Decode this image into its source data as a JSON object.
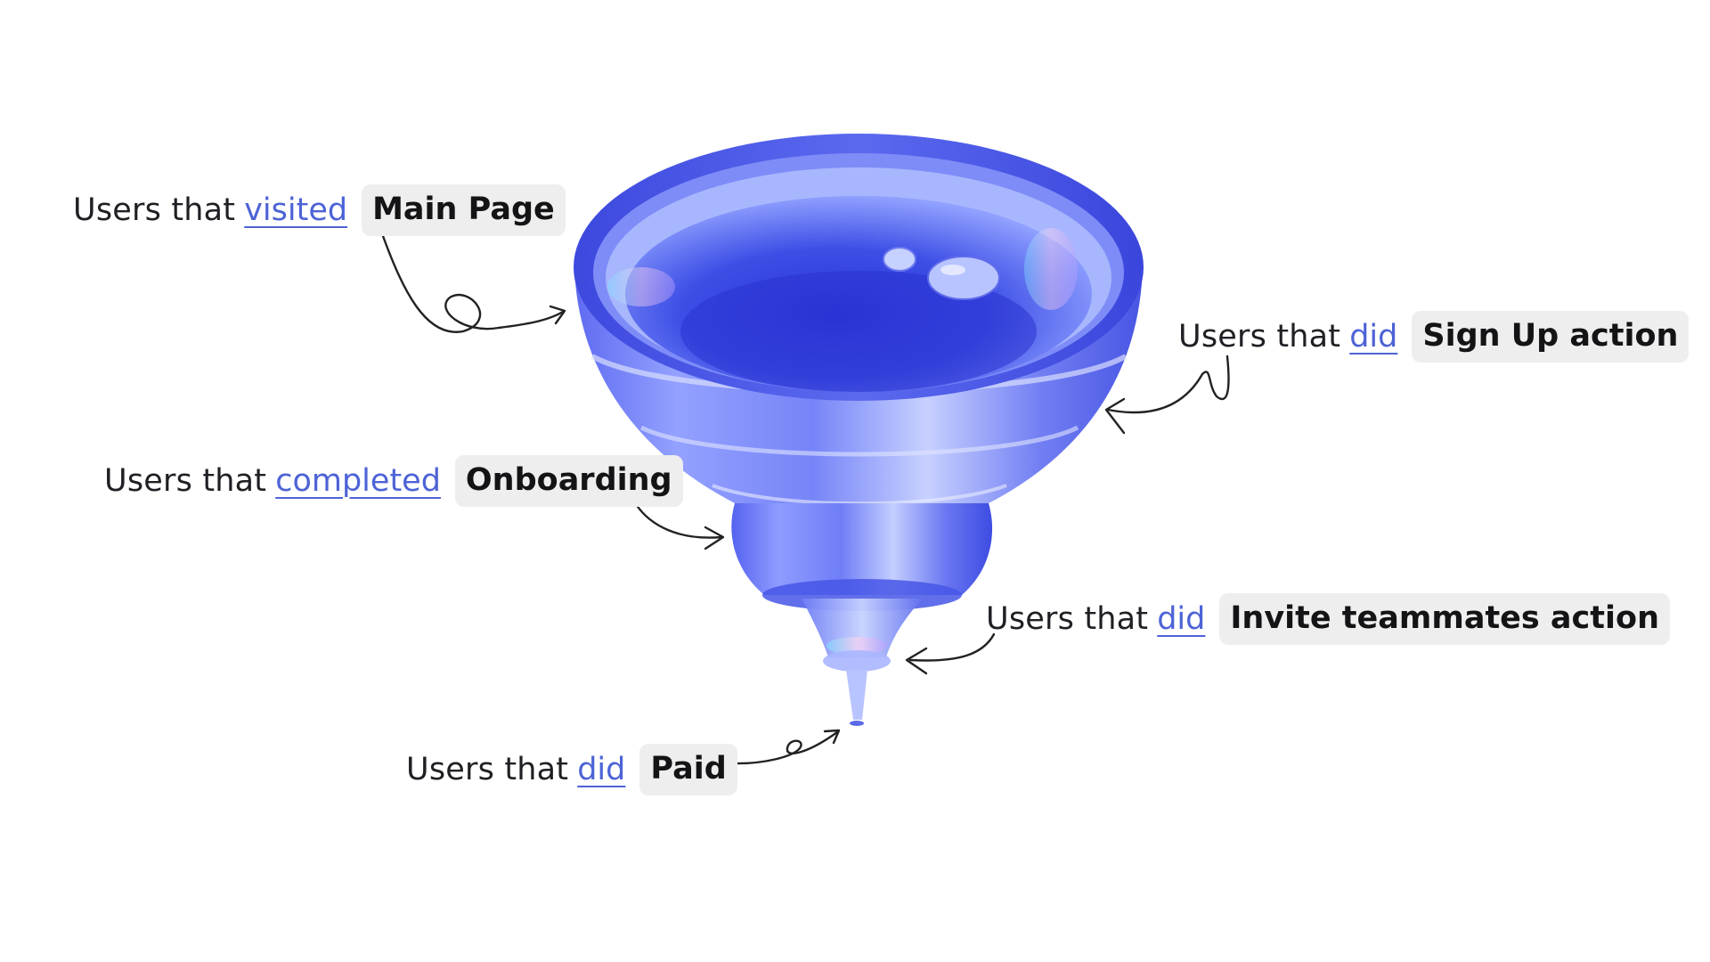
{
  "annotations": [
    {
      "prefix": "Users that",
      "verb": "visited",
      "target": "Main Page"
    },
    {
      "prefix": "Users that",
      "verb": "did",
      "target": "Sign Up action"
    },
    {
      "prefix": "Users that",
      "verb": "completed",
      "target": "Onboarding"
    },
    {
      "prefix": "Users that",
      "verb": "did",
      "target": "Invite teammates action"
    },
    {
      "prefix": "Users that",
      "verb": "did",
      "target": "Paid"
    }
  ],
  "colors": {
    "link": "#4d63d6",
    "chip_background": "#eeeeee",
    "funnel_deep": "#2f3ed8",
    "funnel_light": "#a9b8ff"
  },
  "illustration": {
    "subject": "3d-glass-funnel",
    "arrow_style": "hand-drawn"
  }
}
